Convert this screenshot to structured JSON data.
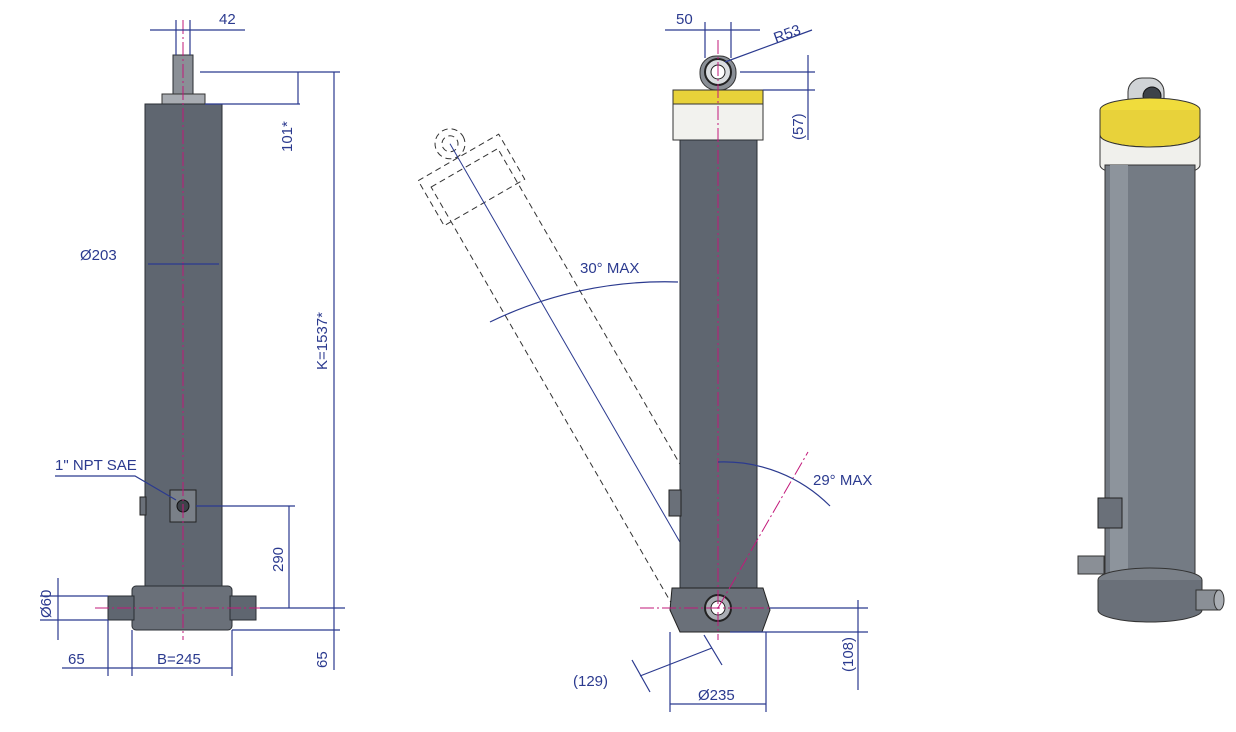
{
  "left_view": {
    "rod_width_label": "42",
    "rod_height_label": "101*",
    "diameter_label": "Ø203",
    "K_label": "K=1537*",
    "port_label": "1\" NPT SAE",
    "port_height_label": "290",
    "pin_diameter_label": "Ø60",
    "pin_offset_label": "65",
    "base_width_label": "B=245",
    "bottom_offset_label": "65"
  },
  "middle_view": {
    "eye_width_label": "50",
    "eye_radius_label": "R53",
    "eye_offset_label": "(57)",
    "tilt_angle_label": "30° MAX",
    "swing_angle_label": "29° MAX",
    "pin_chord_label": "(129)",
    "pin_height_label": "(108)",
    "base_diameter_label": "Ø235"
  },
  "colors": {
    "dimension": "#2b3a8f",
    "centerline": "#c2187a",
    "body": "#5f6670",
    "collar": "#e8d23a"
  }
}
